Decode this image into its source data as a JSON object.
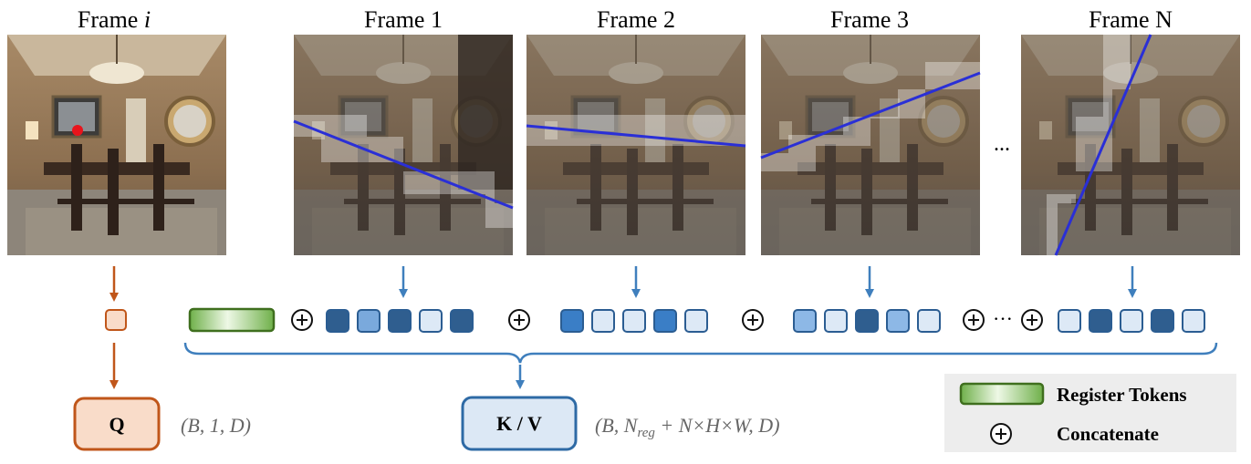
{
  "frames": [
    {
      "label": "Frame ",
      "label_italic": "i"
    },
    {
      "label": "Frame 1"
    },
    {
      "label": "Frame 2"
    },
    {
      "label": "Frame 3"
    },
    {
      "label": "Frame N"
    }
  ],
  "ellipsis": "...",
  "sequence_ellipsis": "···",
  "query": {
    "label": "Q",
    "shape": "(B, 1, D)"
  },
  "keyvalue": {
    "label": "K / V",
    "shape_prefix": "(B, N",
    "shape_sub": "reg",
    "shape_suffix": " + N×H×W, D)"
  },
  "legend": {
    "register_tokens": "Register Tokens",
    "concatenate": "Concatenate"
  },
  "token_groups": [
    [
      "dark",
      "mid",
      "dark",
      "pale",
      "dark"
    ],
    [
      "med",
      "pale",
      "pale",
      "med",
      "pale"
    ],
    [
      "light",
      "pale",
      "dark",
      "light",
      "pale"
    ],
    [
      "pale",
      "dark",
      "pale",
      "dark",
      "pale"
    ]
  ],
  "colors": {
    "orange": "#c0561a",
    "query_fill": "#f9dcc9",
    "blue_arrow": "#3f7fbd",
    "kv_fill": "#dce8f5",
    "kv_stroke": "#2e6aa5",
    "reg_stroke": "#3f6f1e",
    "legend_bg": "#ededed",
    "token_dark": "#2f5e8f",
    "token_mid": "#7aa9dc",
    "token_med": "#3a7ec6",
    "token_light": "#8db8e6",
    "token_pale": "#dde9f6"
  }
}
